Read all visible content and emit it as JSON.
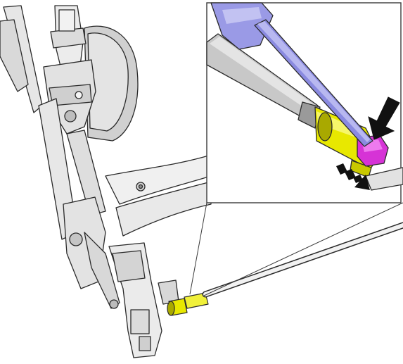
{
  "figure": {
    "type": "technical-illustration",
    "colors": {
      "background": "#ffffff",
      "outline": "#2a2a2a",
      "metal_light": "#e9e9e9",
      "metal_mid": "#c8c8c8",
      "metal_dark": "#8e8e8e",
      "highlight_yellow": "#e8e800",
      "highlight_yellow_dark": "#a9a900",
      "tool_blue": "#9a9ae6",
      "tool_blue_dark": "#6a6ac8",
      "clip_magenta": "#d633d6",
      "arrow_fill": "#111111",
      "detail_frame": "#3a3a3a"
    },
    "callouts": {
      "press_arrow": "arrow-solid-down-left",
      "release_arrow": "arrow-dashed-down-right"
    }
  }
}
